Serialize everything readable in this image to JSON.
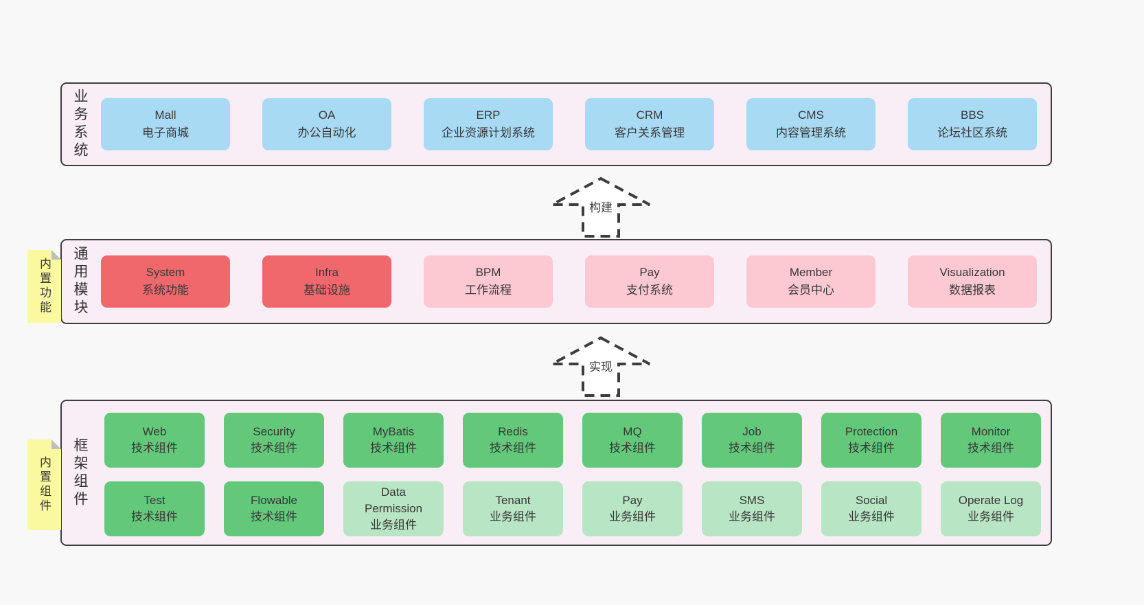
{
  "diagram": {
    "business": {
      "label": "业务系统",
      "items": [
        {
          "name": "Mall",
          "desc": "电子商城"
        },
        {
          "name": "OA",
          "desc": "办公自动化"
        },
        {
          "name": "ERP",
          "desc": "企业资源计划系统"
        },
        {
          "name": "CRM",
          "desc": "客户关系管理"
        },
        {
          "name": "CMS",
          "desc": "内容管理系统"
        },
        {
          "name": "BBS",
          "desc": "论坛社区系统"
        }
      ]
    },
    "arrow_build": {
      "label": "构建"
    },
    "modules": {
      "label": "通用模块",
      "note": "内置功能",
      "items": [
        {
          "name": "System",
          "desc": "系统功能"
        },
        {
          "name": "Infra",
          "desc": "基础设施"
        },
        {
          "name": "BPM",
          "desc": "工作流程"
        },
        {
          "name": "Pay",
          "desc": "支付系统"
        },
        {
          "name": "Member",
          "desc": "会员中心"
        },
        {
          "name": "Visualization",
          "desc": "数据报表"
        }
      ]
    },
    "arrow_implement": {
      "label": "实现"
    },
    "framework": {
      "label": "框架组件",
      "note": "内置组件",
      "row1": [
        {
          "name": "Web",
          "desc": "技术组件"
        },
        {
          "name": "Security",
          "desc": "技术组件"
        },
        {
          "name": "MyBatis",
          "desc": "技术组件"
        },
        {
          "name": "Redis",
          "desc": "技术组件"
        },
        {
          "name": "MQ",
          "desc": "技术组件"
        },
        {
          "name": "Job",
          "desc": "技术组件"
        },
        {
          "name": "Protection",
          "desc": "技术组件"
        },
        {
          "name": "Monitor",
          "desc": "技术组件"
        }
      ],
      "row2": [
        {
          "name": "Test",
          "desc": "技术组件"
        },
        {
          "name": "Flowable",
          "desc": "技术组件"
        },
        {
          "name": "Data Permission",
          "desc": "业务组件"
        },
        {
          "name": "Tenant",
          "desc": "业务组件"
        },
        {
          "name": "Pay",
          "desc": "业务组件"
        },
        {
          "name": "SMS",
          "desc": "业务组件"
        },
        {
          "name": "Social",
          "desc": "业务组件"
        },
        {
          "name": "Operate Log",
          "desc": "业务组件"
        }
      ]
    }
  },
  "colors": {
    "page_bg": "#f8f8f8",
    "panel_bg": "#f9eef6",
    "panel_border": "#3e3e3e",
    "blue": "#a8daf4",
    "red": "#f0686c",
    "pink": "#fcc9d3",
    "green": "#63c87a",
    "green_light": "#b8e5c4",
    "note_yellow": "#fbf9a0",
    "note_fold": "#bfbfbf",
    "text": "#383838"
  }
}
